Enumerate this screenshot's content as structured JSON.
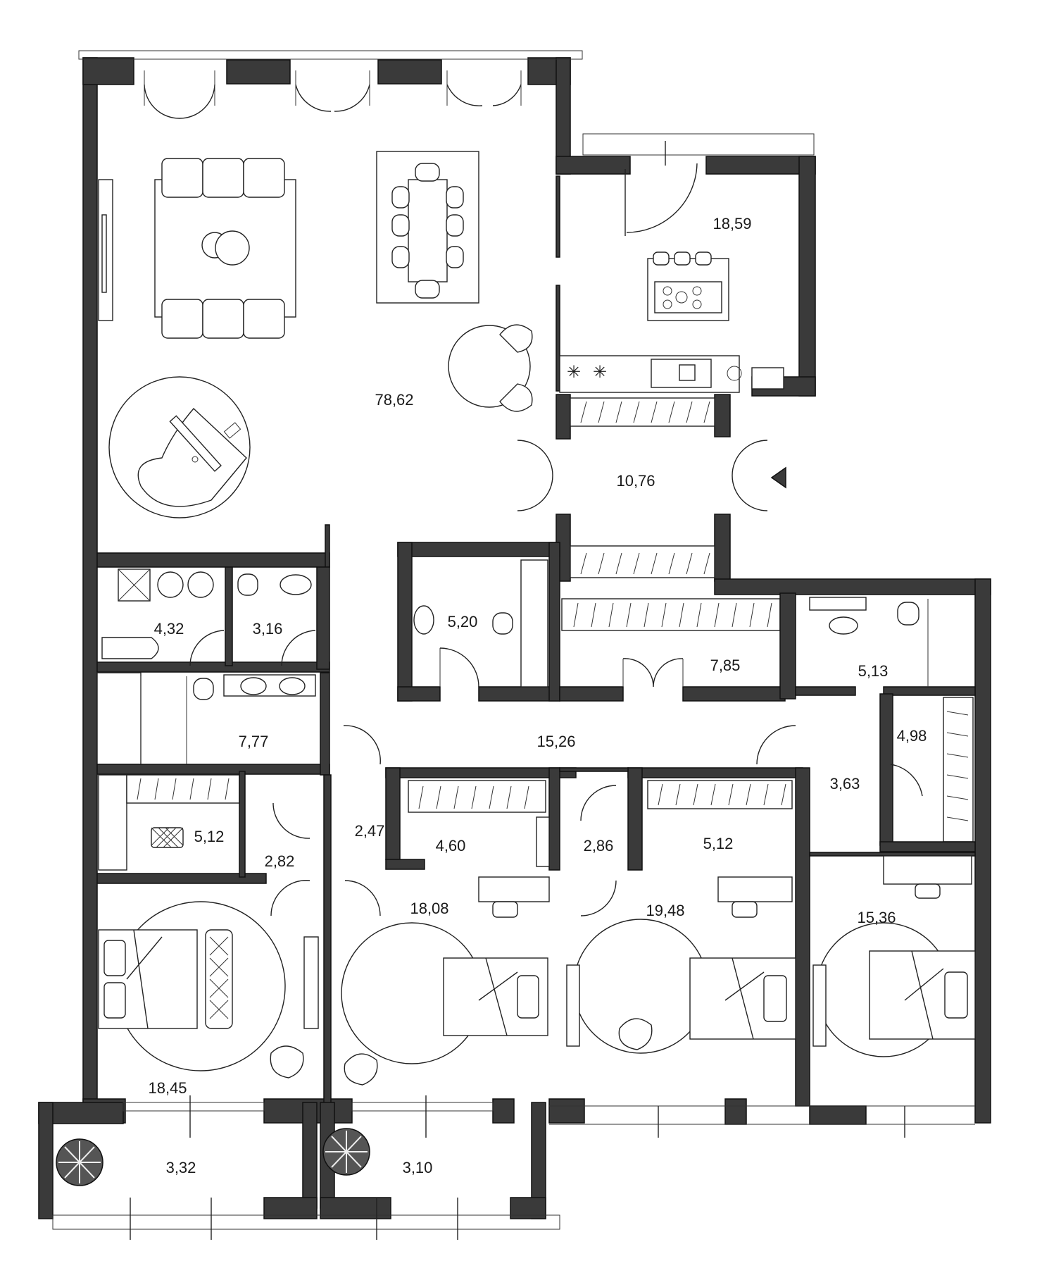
{
  "colors": {
    "wall": "#3a3a3a",
    "line": "#222222",
    "background": "#ffffff"
  },
  "icons": [
    "entrance-arrow-icon",
    "plant-icon",
    "piano-icon",
    "bed-icon",
    "sofa-icon",
    "dining-table-icon",
    "kitchen-island-icon",
    "bathtub-icon",
    "toilet-icon",
    "sink-icon",
    "armchair-icon",
    "desk-icon"
  ],
  "rooms": [
    {
      "id": "living",
      "area": "78,62"
    },
    {
      "id": "kitchen",
      "area": "18,59"
    },
    {
      "id": "entry-hall",
      "area": "10,76"
    },
    {
      "id": "bath-a",
      "area": "4,32"
    },
    {
      "id": "wc-a",
      "area": "3,16"
    },
    {
      "id": "guest-bath",
      "area": "5,20"
    },
    {
      "id": "closet-main",
      "area": "7,85"
    },
    {
      "id": "bath-b",
      "area": "5,13"
    },
    {
      "id": "bath-c",
      "area": "7,77"
    },
    {
      "id": "corridor",
      "area": "15,26"
    },
    {
      "id": "wardrobe-e",
      "area": "4,98"
    },
    {
      "id": "hall-e",
      "area": "3,63"
    },
    {
      "id": "dressing-a",
      "area": "5,12"
    },
    {
      "id": "hall-a",
      "area": "2,47"
    },
    {
      "id": "wardrobe-b",
      "area": "4,60"
    },
    {
      "id": "hall-b",
      "area": "2,86"
    },
    {
      "id": "wardrobe-c",
      "area": "5,12"
    },
    {
      "id": "hall-c",
      "area": "2,82"
    },
    {
      "id": "bedroom-b",
      "area": "18,08"
    },
    {
      "id": "bedroom-c",
      "area": "19,48"
    },
    {
      "id": "bedroom-d",
      "area": "15,36"
    },
    {
      "id": "bedroom-a",
      "area": "18,45"
    },
    {
      "id": "balcony-a",
      "area": "3,32"
    },
    {
      "id": "balcony-b",
      "area": "3,10"
    }
  ]
}
